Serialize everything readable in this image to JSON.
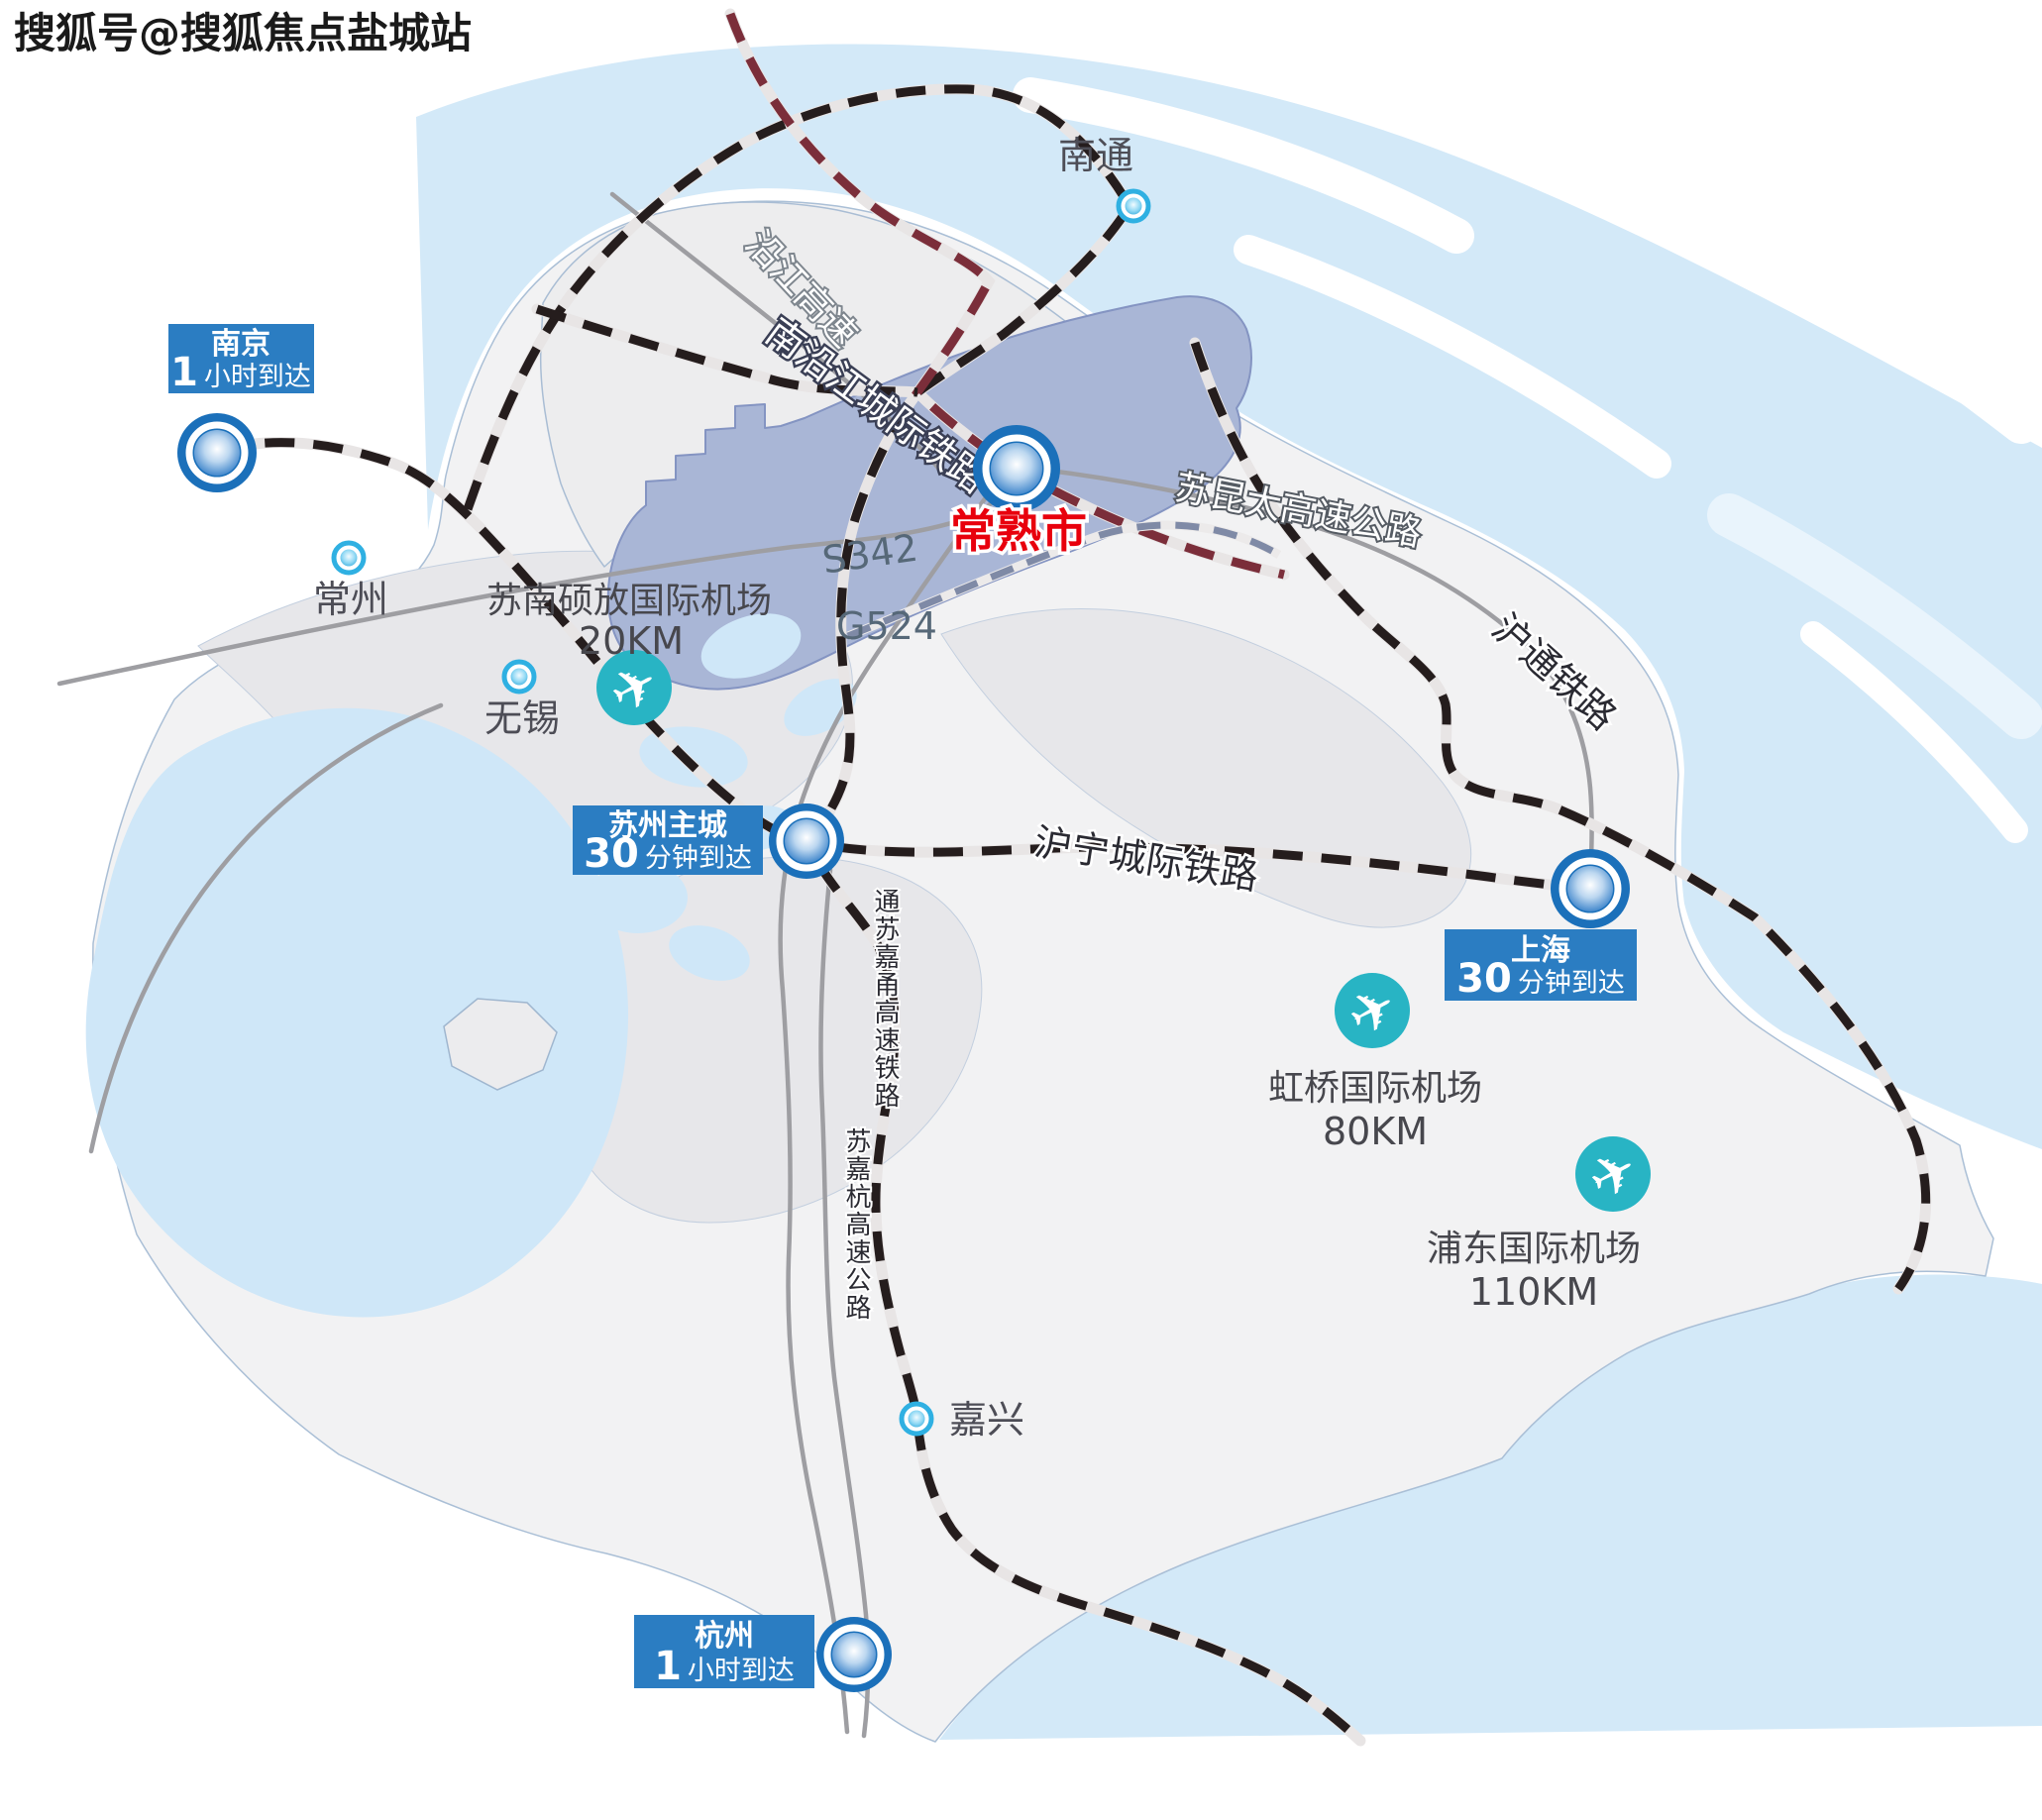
{
  "watermark": "搜狐号@搜狐焦点盐城站",
  "main_city": {
    "name": "常熟市"
  },
  "cities": {
    "nantong": "南通",
    "changzhou": "常州",
    "wuxi": "无锡",
    "jiaxing": "嘉兴"
  },
  "city_boxes": [
    {
      "name": "南京",
      "time_value": "1",
      "time_unit": "小时到达"
    },
    {
      "name": "苏州主城",
      "time_value": "30",
      "time_unit": "分钟到达"
    },
    {
      "name": "上海",
      "time_value": "30",
      "time_unit": "分钟到达"
    },
    {
      "name": "杭州",
      "time_value": "1",
      "time_unit": "小时到达"
    }
  ],
  "airports": [
    {
      "name": "苏南硕放国际机场",
      "distance": "20KM"
    },
    {
      "name": "虹桥国际机场",
      "distance": "80KM"
    },
    {
      "name": "浦东国际机场",
      "distance": "110KM"
    }
  ],
  "roads": {
    "yanjiang": "沿江高速",
    "s342": "S342",
    "g524": "G524",
    "sukuntai": "苏昆太高速公路"
  },
  "railways": {
    "nanyanjiang": "南沿江城际铁路",
    "hutong": "沪通铁路",
    "huning": "沪宁城际铁路",
    "tongsujiayong": "通苏嘉甬高速铁路",
    "sujiahang": "苏嘉杭高速公路"
  },
  "colors": {
    "water": "#d3e9f8",
    "land": "#f2f2f3",
    "county": "#ededee",
    "changshu_region": "#a9b6d6",
    "box_blue": "#2b7dc2",
    "marker_blue": "#1b70ba",
    "airport_teal": "#28b4c4",
    "rail_dark": "#251d1d",
    "rail_maroon": "#7b2e3a",
    "city_red": "#e8000d"
  }
}
